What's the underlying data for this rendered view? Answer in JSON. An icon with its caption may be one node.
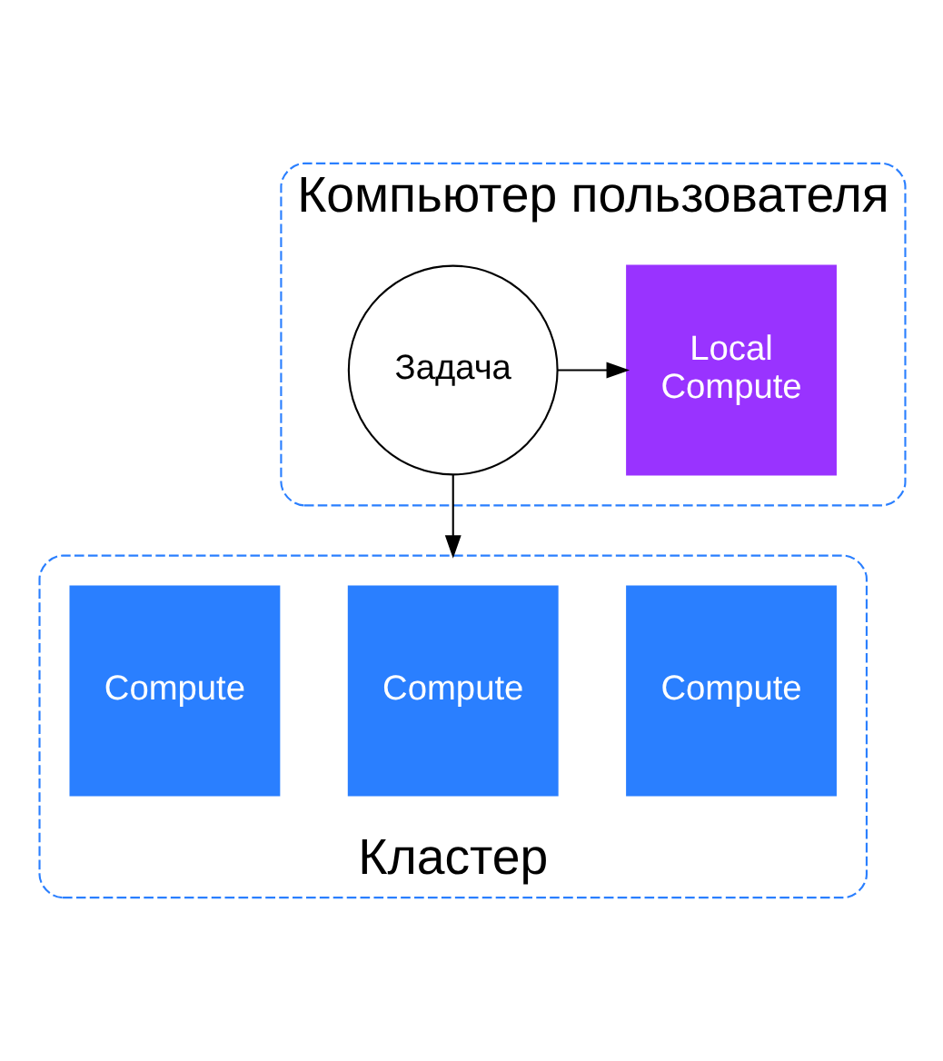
{
  "diagram": {
    "nodes": [
      {
        "text": [
          "Компьютер пользователя"
        ]
      },
      {
        "text": [
          "Задача"
        ],
        "in": 0
      },
      {
        "text": [
          "Local Compute"
        ],
        "in": 0
      },
      {
        "text": [
          "Кластер"
        ]
      },
      {
        "text": [
          "Compute"
        ],
        "in": 3
      },
      {
        "text": [
          "Compute"
        ],
        "in": 3
      },
      {
        "text": [
          "Compute"
        ],
        "in": 3
      }
    ],
    "edges": [
      {
        "from": 1,
        "to": 2,
        "arrow": "to"
      },
      {
        "from": 1,
        "to": 3,
        "arrow": "to"
      }
    ]
  }
}
